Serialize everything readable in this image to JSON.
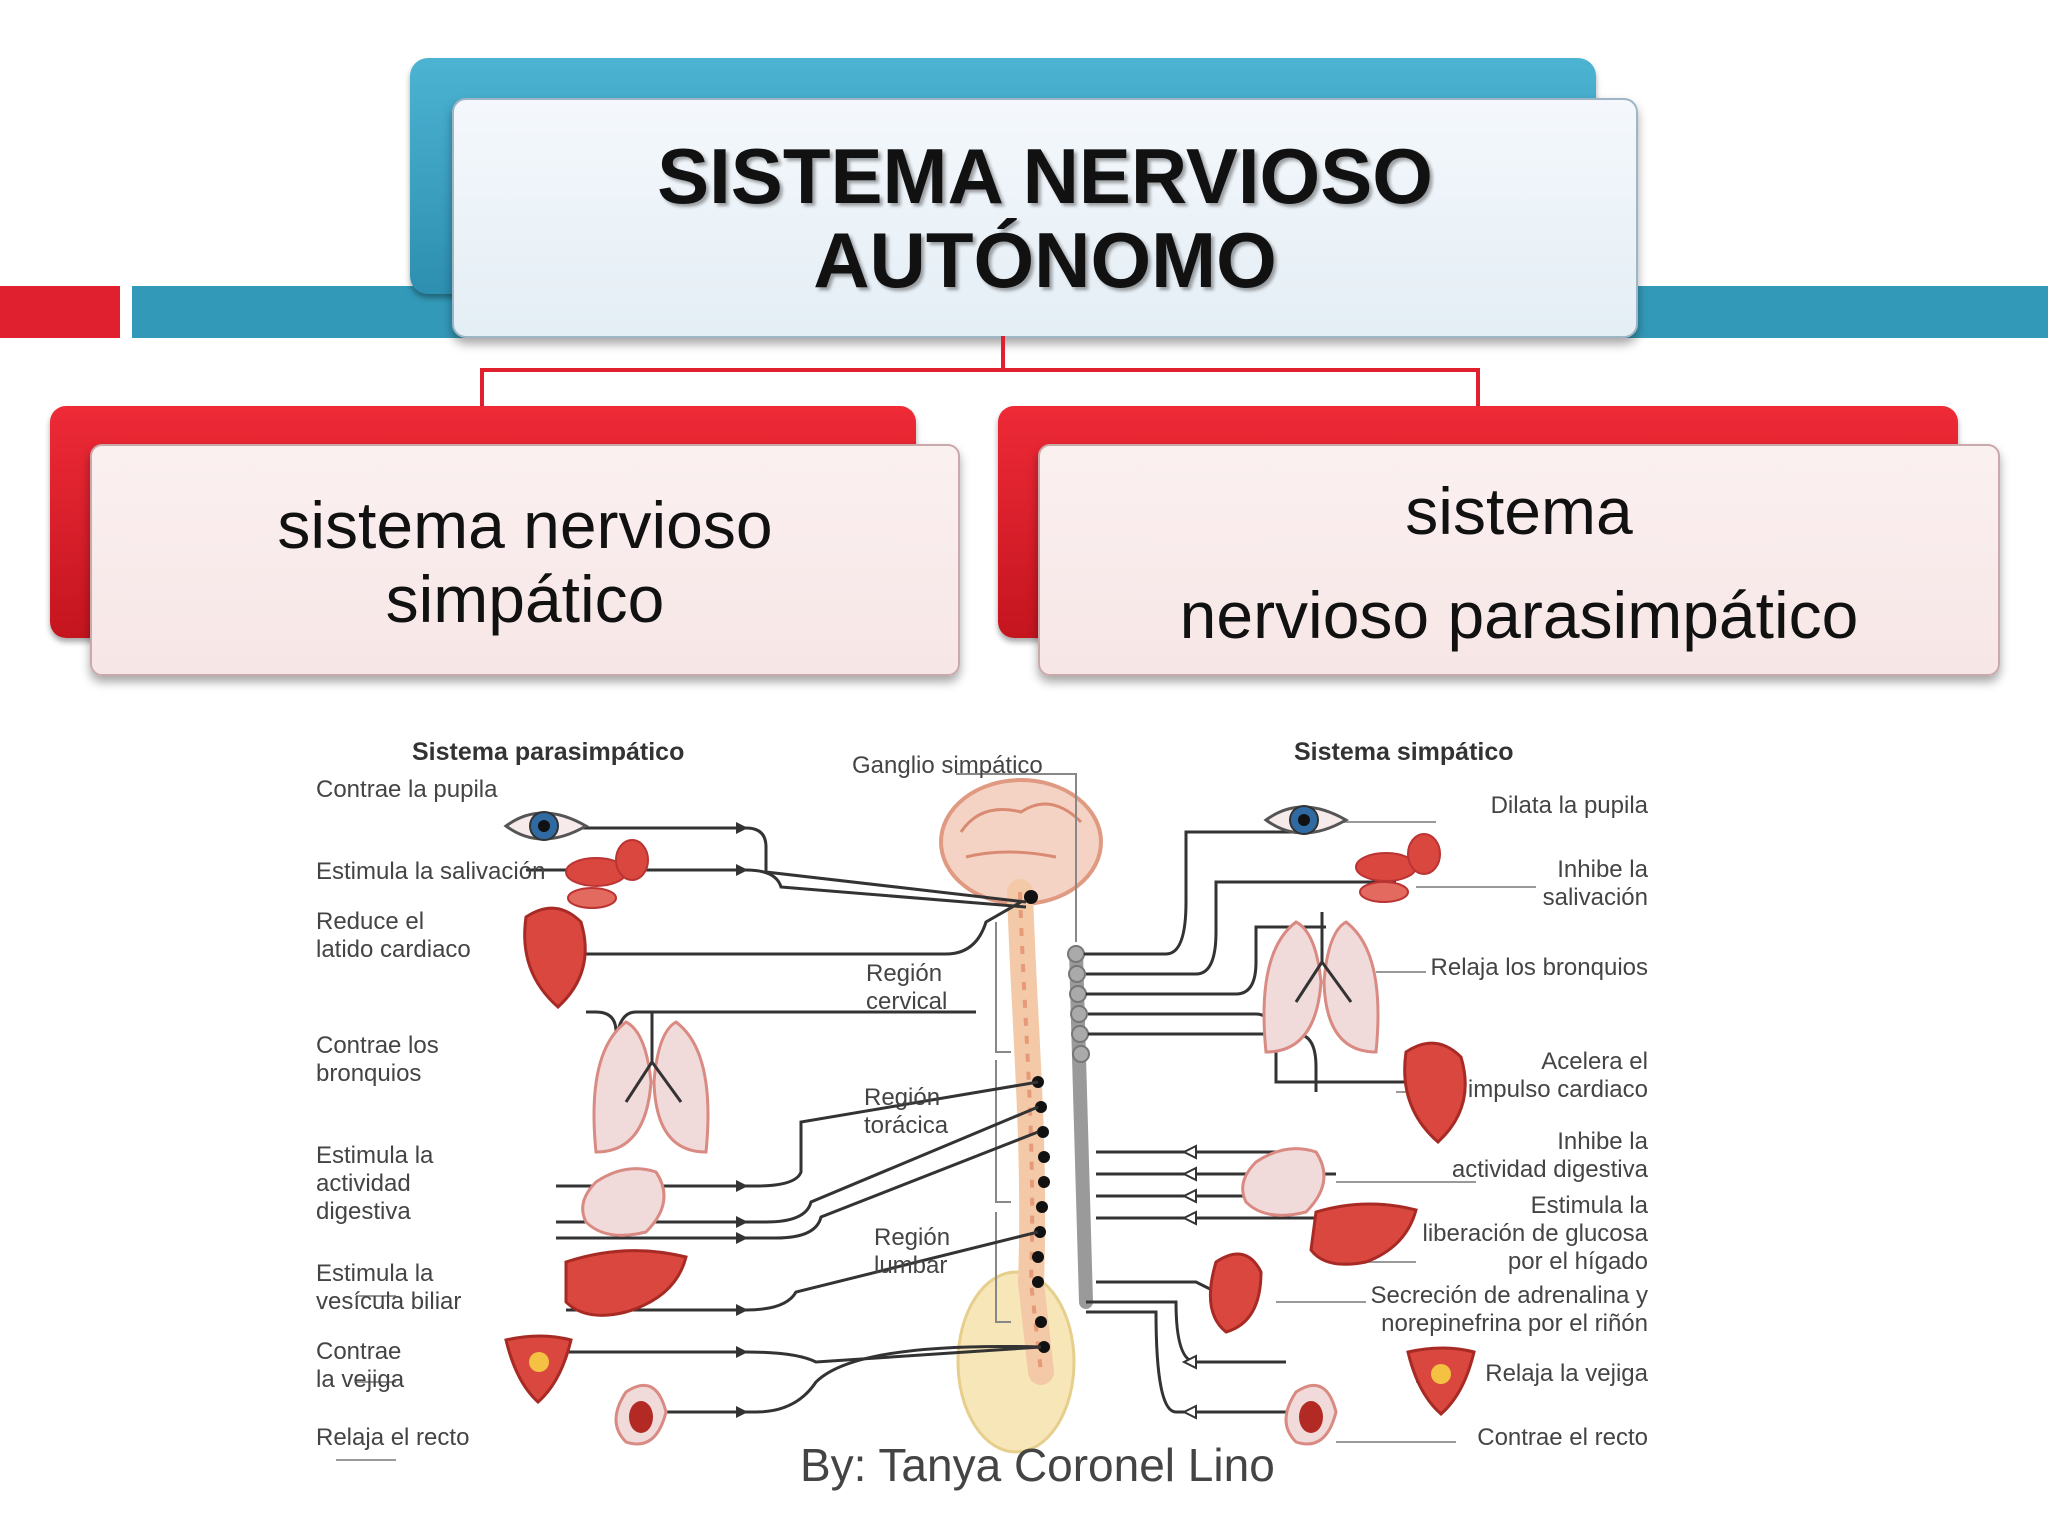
{
  "title": "SISTEMA NERVIOSO\nAUTÓNOMO",
  "left_box": "sistema nervioso\nsimpático",
  "right_box": {
    "line1": "sistema",
    "line2": "nervioso parasimpático"
  },
  "diagram": {
    "left_heading": "Sistema parasimpático",
    "right_heading": "Sistema simpático",
    "ganglion_label": "Ganglio simpático",
    "regions": [
      "Región\ncervical",
      "Región\ntorácica",
      "Región\nlumbar"
    ],
    "left_labels": [
      "Contrae la pupila",
      "Estimula la salivación",
      "Reduce el\nlatido cardiaco",
      "Contrae los\nbronquios",
      "Estimula la\nactividad\ndigestiva",
      "Estimula la\nvesícula biliar",
      "Contrae\nla vejiga",
      "Relaja el recto"
    ],
    "right_labels": [
      "Dilata la pupila",
      "Inhibe la\nsalivación",
      "Relaja los bronquios",
      "Acelera el\nimpulso cardiaco",
      "Inhibe la\nactividad digestiva",
      "Estimula la\nliberación de glucosa\npor el hígado",
      "Secreción de adrenalina y\nnorepinefrina por el riñón",
      "Relaja la vejiga",
      "Contrae el recto"
    ]
  },
  "author": "By: Tanya Coronel Lino",
  "colors": {
    "red": "#e0202e",
    "teal": "#3399b8",
    "organ_red": "#d9473f"
  }
}
